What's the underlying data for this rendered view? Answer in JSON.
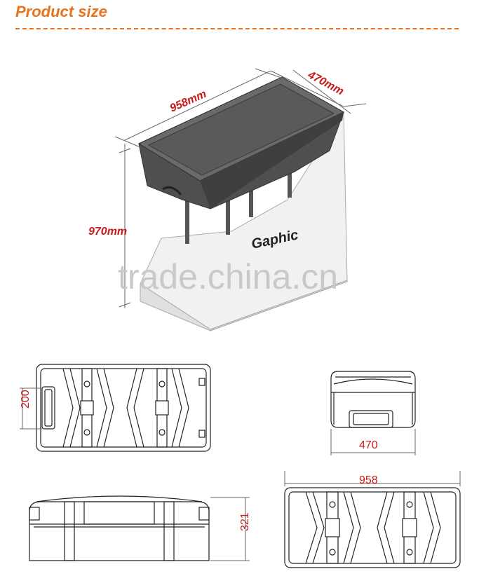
{
  "header": {
    "title": "Product size"
  },
  "iso_view": {
    "length_label": "958mm",
    "width_label": "470mm",
    "height_label": "970mm",
    "graphic_label": "Gaphic",
    "watermark": "trade.china.cn"
  },
  "top_view": {
    "dim_label": "200"
  },
  "side_view": {
    "dim_label": "470"
  },
  "front_view": {
    "dim_label": "321"
  },
  "bottom_view": {
    "dim_label": "958"
  }
}
